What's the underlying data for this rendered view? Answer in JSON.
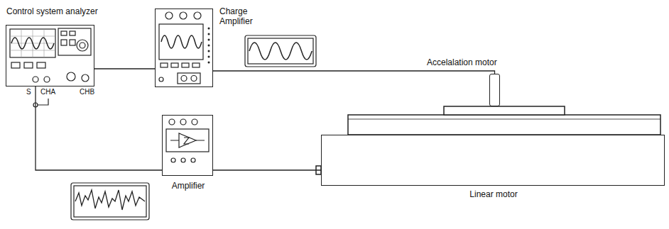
{
  "diagram": {
    "nodes": [
      {
        "text": [
          "Control system analyzer"
        ]
      },
      {
        "text": [
          "Charge Amplifier"
        ]
      },
      {
        "text": [
          "Amplifier"
        ]
      },
      {
        "text": [
          "Accelalation motor"
        ]
      },
      {
        "text": [
          "Linear motor"
        ]
      }
    ],
    "edges": [
      {
        "from": 0,
        "to": 1,
        "arrow": "none"
      },
      {
        "from": 1,
        "to": 3,
        "arrow": "none"
      },
      {
        "from": 0,
        "to": 2,
        "arrow": "none"
      },
      {
        "from": 2,
        "to": 4,
        "arrow": "none"
      }
    ],
    "labels": [
      "S",
      "CHA",
      "CHB"
    ]
  }
}
